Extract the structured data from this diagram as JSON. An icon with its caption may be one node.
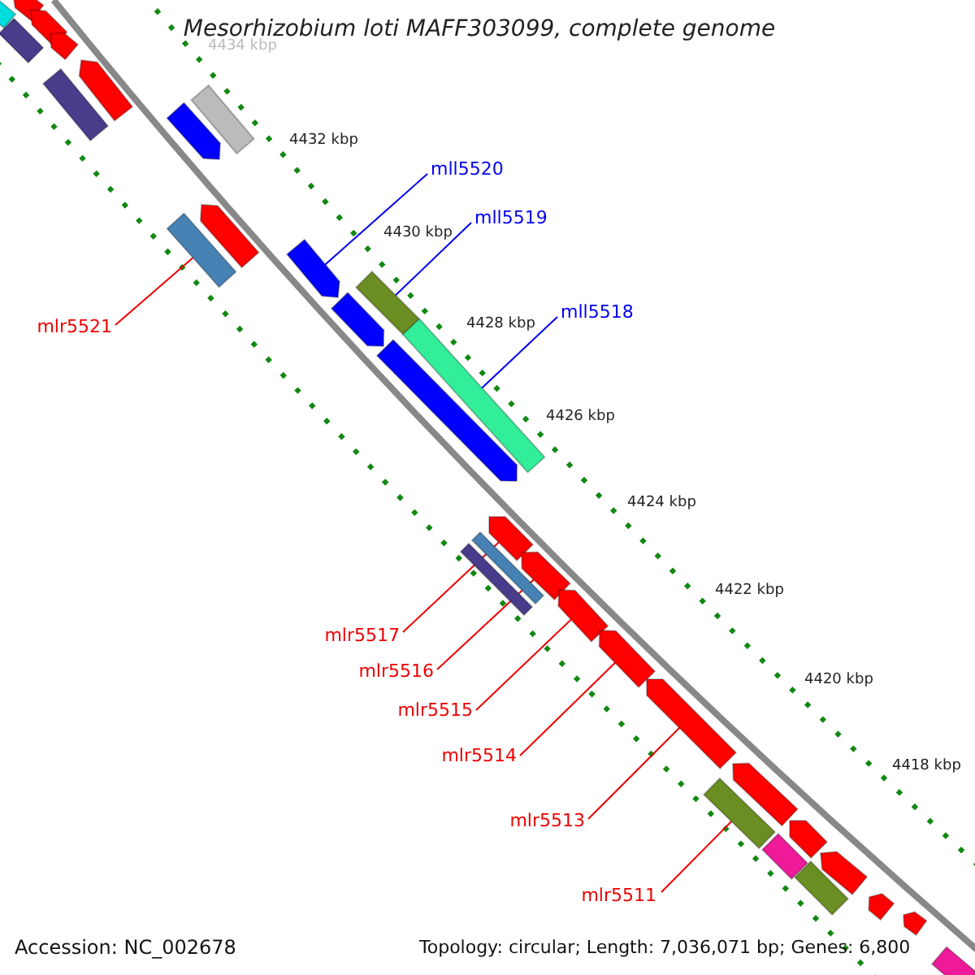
{
  "diagram": {
    "title": "Mesorhizobium loti MAFF303099, complete genome",
    "nodes": [
      {
        "text": [
          "mll5520"
        ]
      },
      {
        "text": [
          "mll5519"
        ]
      },
      {
        "text": [
          "mll5518"
        ]
      },
      {
        "text": [
          "mlr5521"
        ]
      },
      {
        "text": [
          "mlr5517"
        ]
      },
      {
        "text": [
          "mlr5516"
        ]
      },
      {
        "text": [
          "mlr5515"
        ]
      },
      {
        "text": [
          "mlr5514"
        ]
      },
      {
        "text": [
          "mlr5513"
        ]
      },
      {
        "text": [
          "mlr5511"
        ]
      },
      {
        "text": [],
        "shape": "bar"
      },
      {
        "text": [],
        "shape": "pentagon"
      },
      {
        "text": [],
        "shape": "bar"
      },
      {
        "text": [],
        "shape": "pentagon"
      },
      {
        "text": [],
        "shape": "pentagon"
      },
      {
        "text": [],
        "shape": "bar"
      },
      {
        "text": [],
        "shape": "pentagon"
      },
      {
        "text": [],
        "shape": "pentagon"
      },
      {
        "text": [],
        "shape": "bar"
      },
      {
        "text": [],
        "shape": "bar"
      },
      {
        "text": [],
        "shape": "pentagon"
      },
      {
        "text": [],
        "shape": "pentagon"
      },
      {
        "text": [],
        "shape": "pentagon"
      },
      {
        "text": [],
        "shape": "bar"
      },
      {
        "text": [],
        "shape": "pentagon"
      },
      {
        "text": [],
        "shape": "bar"
      },
      {
        "text": [],
        "shape": "pentagon"
      },
      {
        "text": [],
        "shape": "bar"
      },
      {
        "text": [],
        "shape": "bar"
      },
      {
        "text": [],
        "shape": "pentagon"
      },
      {
        "text": [],
        "shape": "pentagon"
      },
      {
        "text": [],
        "shape": "pentagon"
      },
      {
        "text": [],
        "shape": "pentagon"
      },
      {
        "text": [],
        "shape": "pentagon"
      },
      {
        "text": [],
        "shape": "bar"
      },
      {
        "text": [],
        "shape": "pentagon"
      },
      {
        "text": [],
        "shape": "bar"
      },
      {
        "text": [],
        "shape": "bar"
      },
      {
        "text": [],
        "shape": "pentagon"
      },
      {
        "text": [],
        "shape": "pentagon"
      },
      {
        "text": [],
        "shape": "pentagon"
      },
      {
        "text": [],
        "shape": "bar"
      }
    ],
    "edges": [
      {
        "from": 0,
        "to": 21,
        "arrow": "none",
        "color": "#0000ee"
      },
      {
        "from": 1,
        "to": 23,
        "arrow": "none",
        "color": "#0000ee"
      },
      {
        "from": 2,
        "to": 25,
        "arrow": "none",
        "color": "#0000ee"
      },
      {
        "from": 3,
        "to": 19,
        "arrow": "none"
      },
      {
        "from": 4,
        "to": 26,
        "arrow": "none"
      },
      {
        "from": 5,
        "to": 29,
        "arrow": "none"
      },
      {
        "from": 6,
        "to": 30,
        "arrow": "none"
      },
      {
        "from": 7,
        "to": 31,
        "arrow": "none"
      },
      {
        "from": 8,
        "to": 32,
        "arrow": "none"
      },
      {
        "from": 9,
        "to": 34,
        "arrow": "none"
      }
    ],
    "labels": [
      "4434 kbp",
      "4432 kbp",
      "4430 kbp",
      "4428 kbp",
      "4426 kbp",
      "4424 kbp",
      "4422 kbp",
      "4420 kbp",
      "4418 kbp",
      "Accession: NC_002678",
      "Topology: circular; Length: 7,036,071 bp; Genes: 6,800"
    ]
  }
}
